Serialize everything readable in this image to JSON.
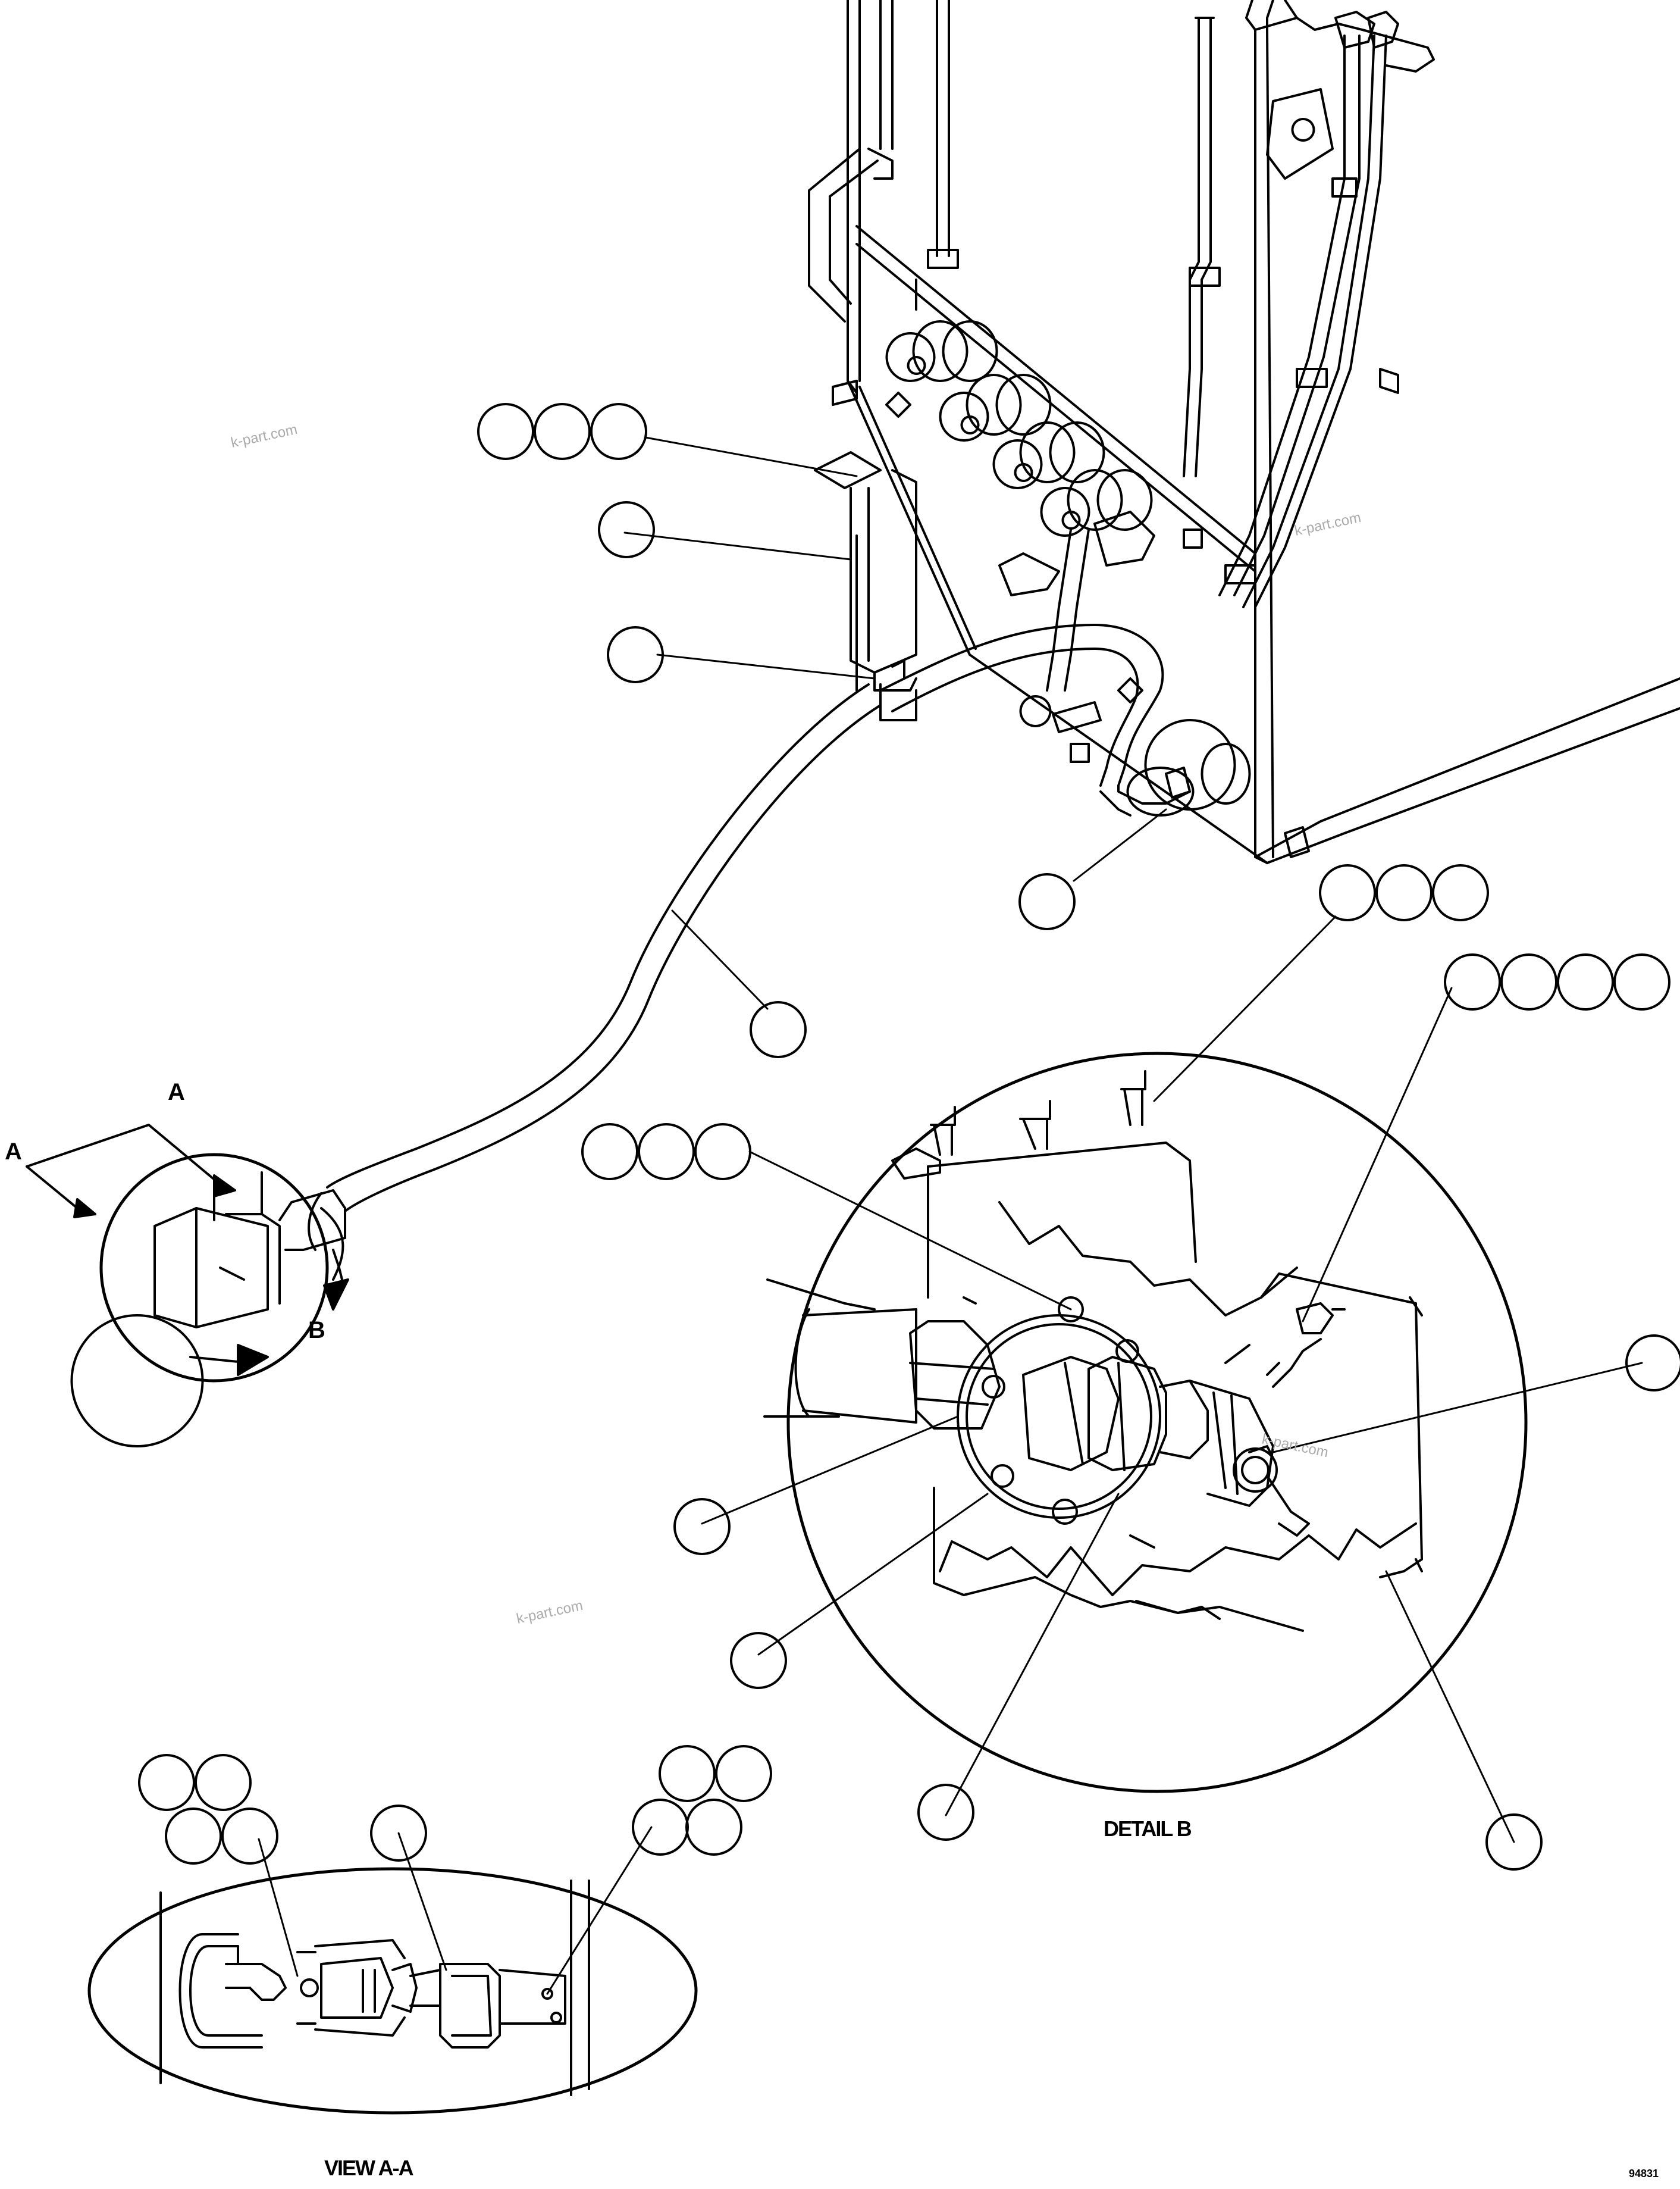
{
  "labels": {
    "view_a_left": "A",
    "view_a_right": "A",
    "view_b": "B",
    "detail_b_caption": "DETAIL B",
    "view_aa_caption": "VIEW A-A",
    "drawing_number": "94831"
  },
  "watermarks": [
    "k-part.com",
    "k-part.com",
    "k-part.com",
    "k-part.com"
  ],
  "colors": {
    "line": "#000000",
    "background": "#ffffff",
    "watermark": "#aaaaaa"
  }
}
